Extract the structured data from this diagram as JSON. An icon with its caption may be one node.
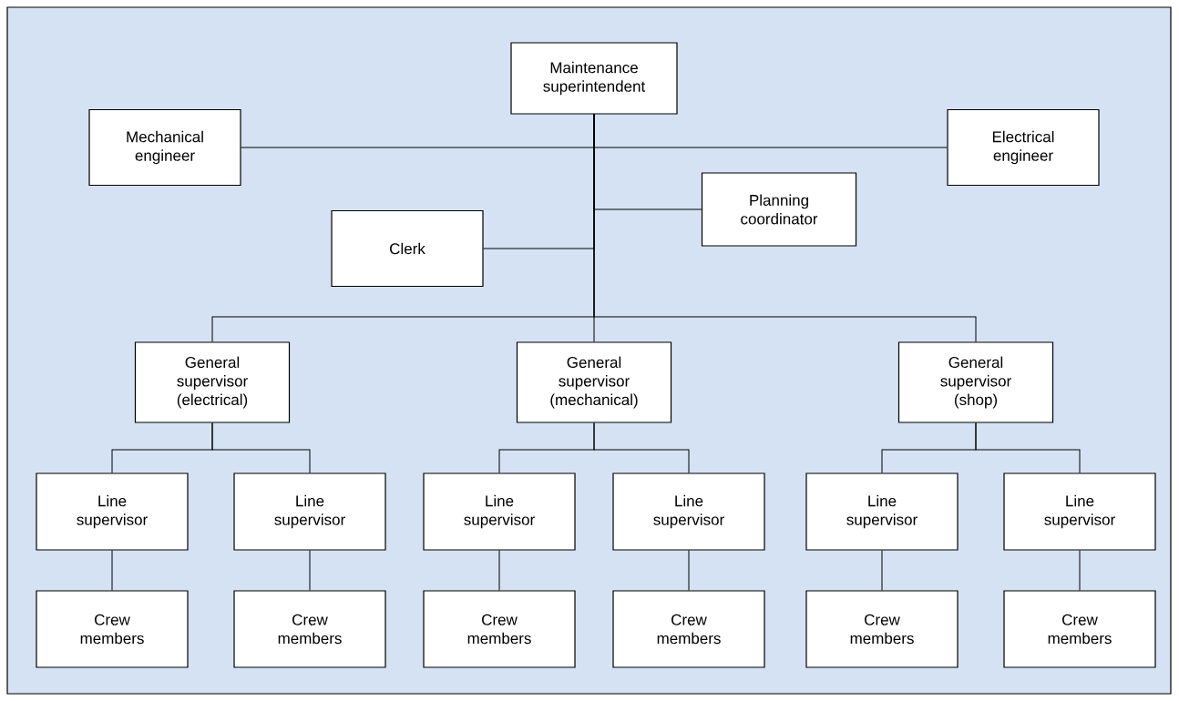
{
  "diagram": {
    "nodes": [
      {
        "text": [
          "Maintenance superintendent"
        ]
      },
      {
        "text": [
          "Mechanical engineer"
        ]
      },
      {
        "text": [
          "Electrical engineer"
        ]
      },
      {
        "text": [
          "Planning coordinator"
        ]
      },
      {
        "text": [
          "Clerk"
        ]
      },
      {
        "text": [
          "General supervisor (electrical)"
        ]
      },
      {
        "text": [
          "General supervisor (mechanical)"
        ]
      },
      {
        "text": [
          "General supervisor (shop)"
        ]
      },
      {
        "text": [
          "Line supervisor"
        ]
      },
      {
        "text": [
          "Line supervisor"
        ]
      },
      {
        "text": [
          "Line supervisor"
        ]
      },
      {
        "text": [
          "Line supervisor"
        ]
      },
      {
        "text": [
          "Line supervisor"
        ]
      },
      {
        "text": [
          "Line supervisor"
        ]
      },
      {
        "text": [
          "Crew members"
        ]
      },
      {
        "text": [
          "Crew members"
        ]
      },
      {
        "text": [
          "Crew members"
        ]
      },
      {
        "text": [
          "Crew members"
        ]
      },
      {
        "text": [
          "Crew members"
        ]
      },
      {
        "text": [
          "Crew members"
        ]
      }
    ],
    "edges": [
      {
        "from": 0,
        "to": 1,
        "arrow": "none"
      },
      {
        "from": 0,
        "to": 2,
        "arrow": "none"
      },
      {
        "from": 0,
        "to": 3,
        "arrow": "none"
      },
      {
        "from": 0,
        "to": 4,
        "arrow": "none"
      },
      {
        "from": 0,
        "to": 5,
        "arrow": "none"
      },
      {
        "from": 0,
        "to": 6,
        "arrow": "none"
      },
      {
        "from": 0,
        "to": 7,
        "arrow": "none"
      },
      {
        "from": 5,
        "to": 8,
        "arrow": "none"
      },
      {
        "from": 5,
        "to": 9,
        "arrow": "none"
      },
      {
        "from": 6,
        "to": 10,
        "arrow": "none"
      },
      {
        "from": 6,
        "to": 11,
        "arrow": "none"
      },
      {
        "from": 7,
        "to": 12,
        "arrow": "none"
      },
      {
        "from": 7,
        "to": 13,
        "arrow": "none"
      },
      {
        "from": 8,
        "to": 14,
        "arrow": "none"
      },
      {
        "from": 9,
        "to": 15,
        "arrow": "none"
      },
      {
        "from": 10,
        "to": 16,
        "arrow": "none"
      },
      {
        "from": 11,
        "to": 17,
        "arrow": "none"
      },
      {
        "from": 12,
        "to": 18,
        "arrow": "none"
      },
      {
        "from": 13,
        "to": 19,
        "arrow": "none"
      }
    ]
  }
}
